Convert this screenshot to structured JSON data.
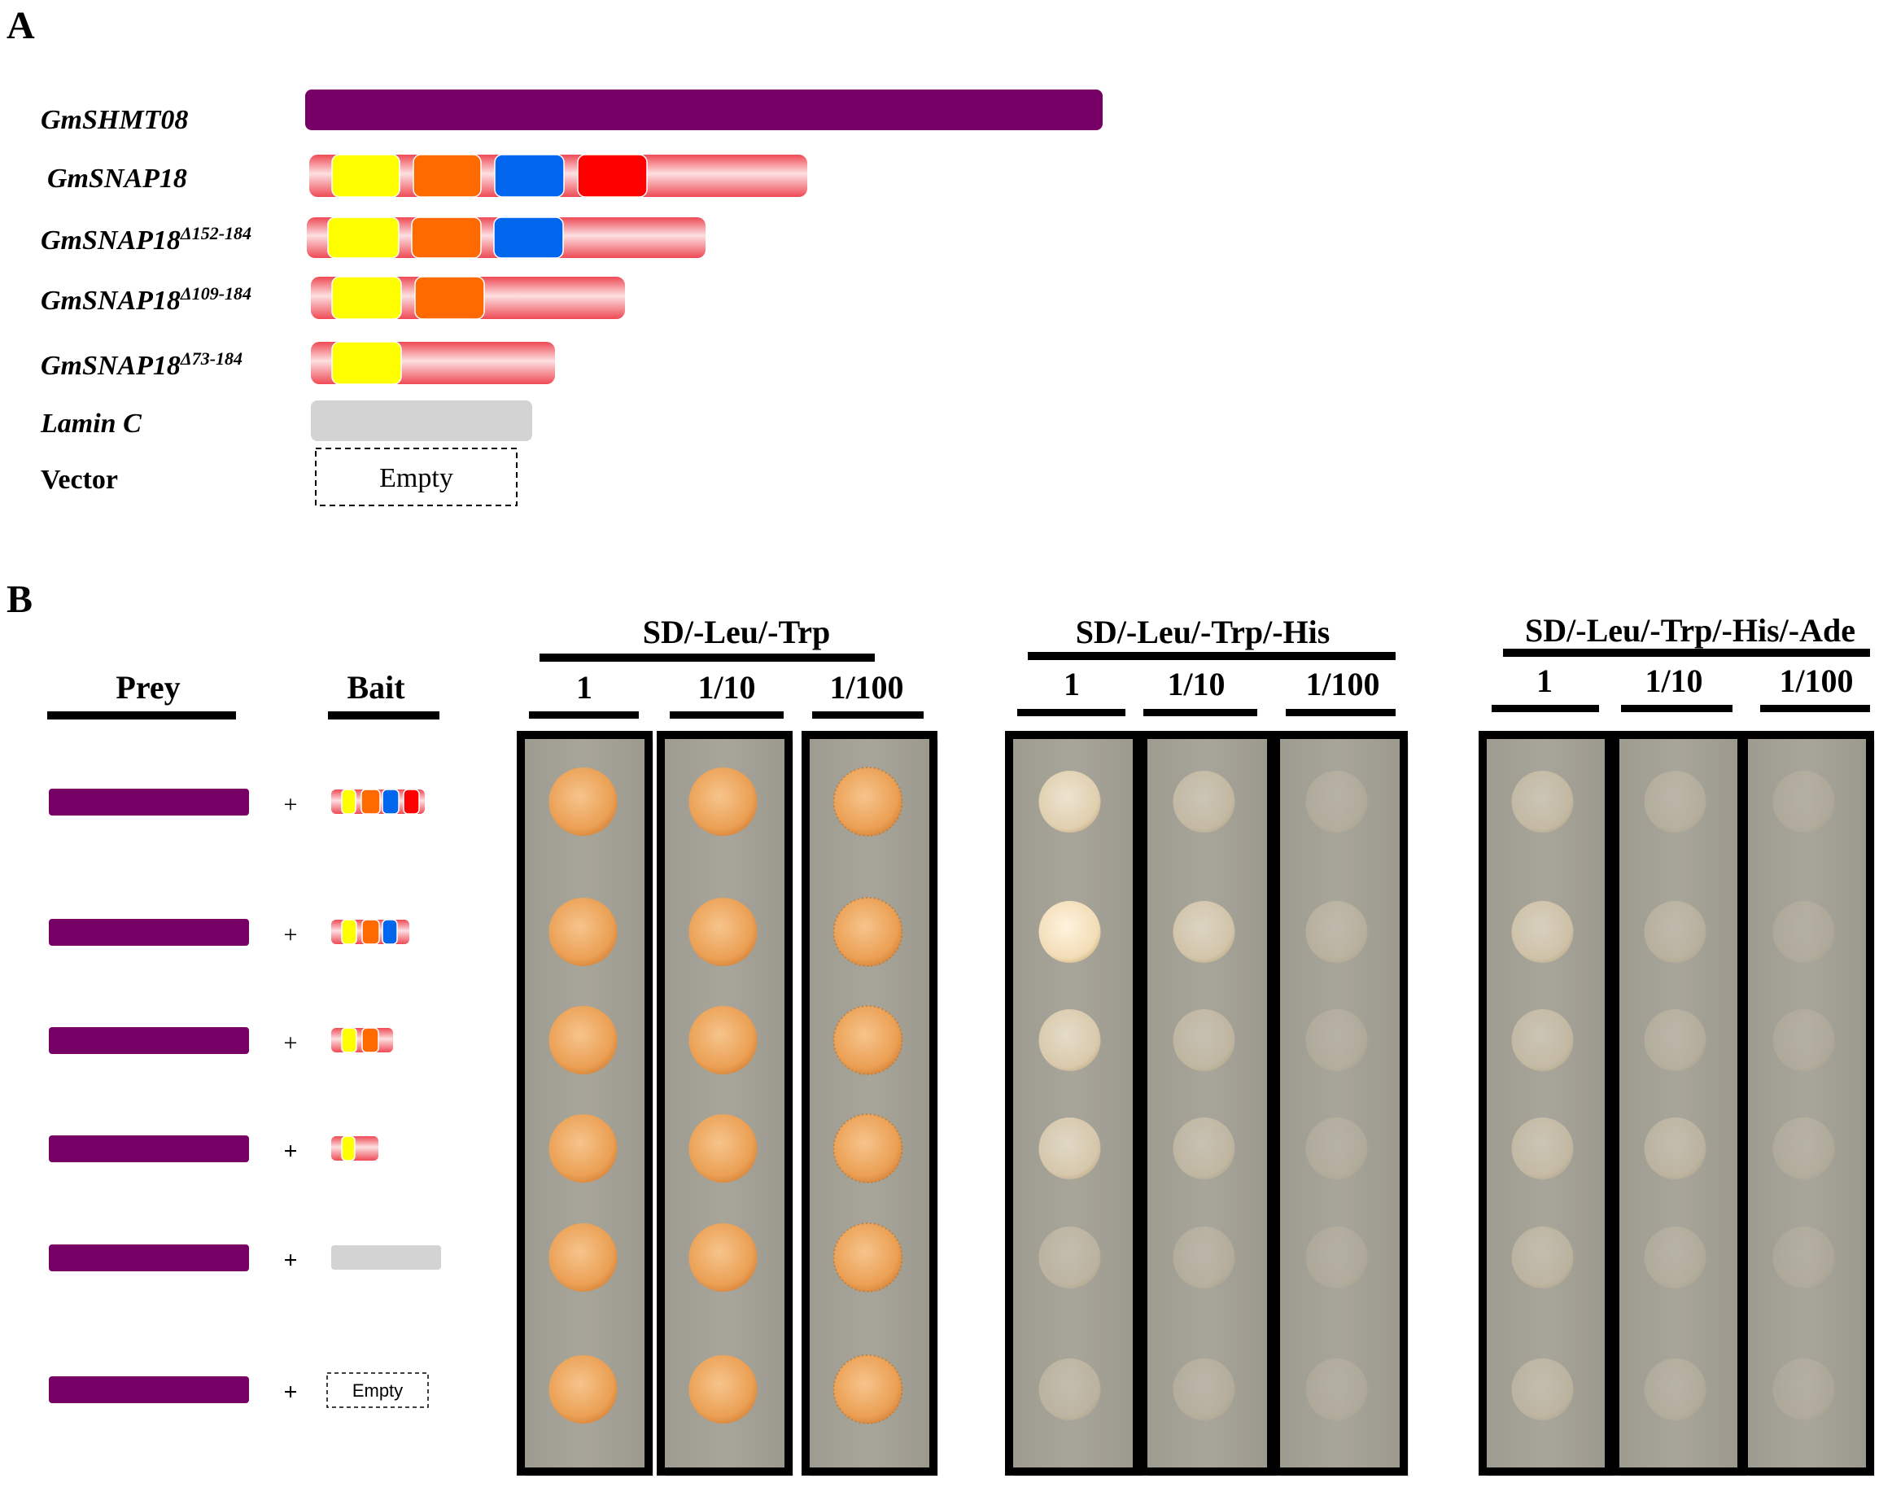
{
  "colors": {
    "prey": "#770066",
    "bait_base": "#f25a63",
    "bait_highlight": "#fde0e2",
    "domain1": "#ffff00",
    "domain2": "#ff6a00",
    "domain3": "#0066ee",
    "domain4": "#ff0000",
    "lamin": "#d3d3d3",
    "plate_bg": "#a3a095",
    "colony_selective": "#eba054"
  },
  "panel_a": {
    "label": "A",
    "constructs": [
      {
        "id": "shmt",
        "name": "GmSHMT08",
        "sup": "",
        "domains": 0
      },
      {
        "id": "snap18",
        "name": "GmSNAP18",
        "sup": "",
        "domains": 4
      },
      {
        "id": "d152",
        "name": "GmSNAP18",
        "sup": "Δ152-184",
        "domains": 3
      },
      {
        "id": "d109",
        "name": "GmSNAP18",
        "sup": "Δ109-184",
        "domains": 2
      },
      {
        "id": "d73",
        "name": "GmSNAP18",
        "sup": "Δ73-184",
        "domains": 1
      },
      {
        "id": "lamin",
        "name": "Lamin C",
        "sup": "",
        "domains": 0
      },
      {
        "id": "vector",
        "name": "Vector",
        "sup": "",
        "domains": 0,
        "box_text": "Empty"
      }
    ]
  },
  "panel_b": {
    "label": "B",
    "prey_label": "Prey",
    "bait_label": "Bait",
    "plus": "+",
    "empty_text": "Empty",
    "media": [
      {
        "name": "SD/-Leu/-Trp",
        "dilutions": [
          "1",
          "1/10",
          "1/100"
        ]
      },
      {
        "name": "SD/-Leu/-Trp/-His",
        "dilutions": [
          "1",
          "1/10",
          "1/100"
        ]
      },
      {
        "name": "SD/-Leu/-Trp/-His/-Ade",
        "dilutions": [
          "1",
          "1/10",
          "1/100"
        ]
      }
    ],
    "growth_levels": [
      [
        [
          1,
          1,
          1
        ],
        [
          1,
          1,
          1
        ],
        [
          1,
          1,
          1
        ],
        [
          1,
          1,
          1
        ],
        [
          1,
          1,
          1
        ],
        [
          1,
          1,
          1
        ]
      ],
      [
        [
          0.7,
          0.3,
          0.05
        ],
        [
          0.95,
          0.5,
          0.15
        ],
        [
          0.6,
          0.25,
          0.05
        ],
        [
          0.55,
          0.25,
          0.05
        ],
        [
          0.2,
          0.1,
          0.02
        ],
        [
          0.2,
          0.1,
          0.02
        ]
      ],
      [
        [
          0.3,
          0.1,
          0.02
        ],
        [
          0.45,
          0.15,
          0.02
        ],
        [
          0.3,
          0.1,
          0.02
        ],
        [
          0.3,
          0.2,
          0.05
        ],
        [
          0.2,
          0.06,
          0.01
        ],
        [
          0.2,
          0.06,
          0.01
        ]
      ]
    ]
  }
}
